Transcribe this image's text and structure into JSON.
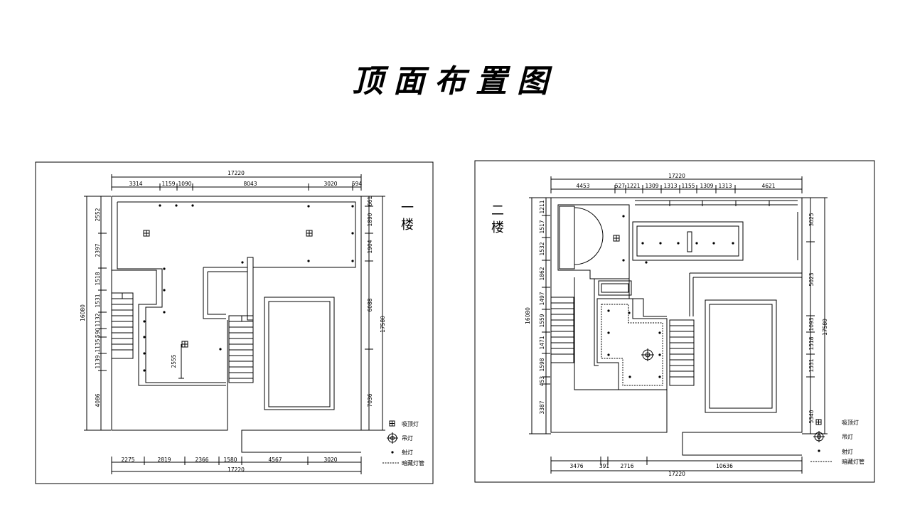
{
  "title": "顶面布置图",
  "plan1": {
    "floor_label_a": "一",
    "floor_label_b": "楼",
    "top_total": "17220",
    "top_dims": [
      "3314",
      "1159",
      "1090",
      "8043",
      "3020",
      "594"
    ],
    "bottom_dims": [
      "2275",
      "2819",
      "2366",
      "1580",
      "4567",
      "3020"
    ],
    "bottom_total": "17220",
    "left_total": "16080",
    "left_dims": [
      "2552",
      "2397",
      "1518",
      "1531",
      "1132",
      "590",
      "1135",
      "1139",
      "4086"
    ],
    "right_total": "17580",
    "right_dims": [
      "661",
      "1890",
      "1904",
      "6088",
      "7036"
    ],
    "inner_dim": "2555",
    "legend": {
      "ceiling_lamp": "吸顶灯",
      "pendant_lamp": "吊灯",
      "spot_lamp": "射灯",
      "hidden_tube": "暗藏灯管"
    }
  },
  "plan2": {
    "floor_label_a": "二",
    "floor_label_b": "楼",
    "top_total": "17220",
    "top_dims": [
      "4453",
      "527",
      "1221",
      "1309",
      "1313",
      "1155",
      "1309",
      "1313",
      "4621"
    ],
    "bottom_dims": [
      "3476",
      "391",
      "2716",
      "10636"
    ],
    "bottom_total": "17220",
    "left_total": "16080",
    "left_dims": [
      "1211",
      "1517",
      "1532",
      "1862",
      "1497",
      "1559",
      "1471",
      "1598",
      "453",
      "3387"
    ],
    "right_total": "17580",
    "right_dims": [
      "3025",
      "5023",
      "1093",
      "1518",
      "1531",
      "5340"
    ],
    "legend": {
      "ceiling_lamp": "吸顶灯",
      "pendant_lamp": "吊灯",
      "spot_lamp": "射灯",
      "hidden_tube": "暗藏灯管"
    }
  }
}
